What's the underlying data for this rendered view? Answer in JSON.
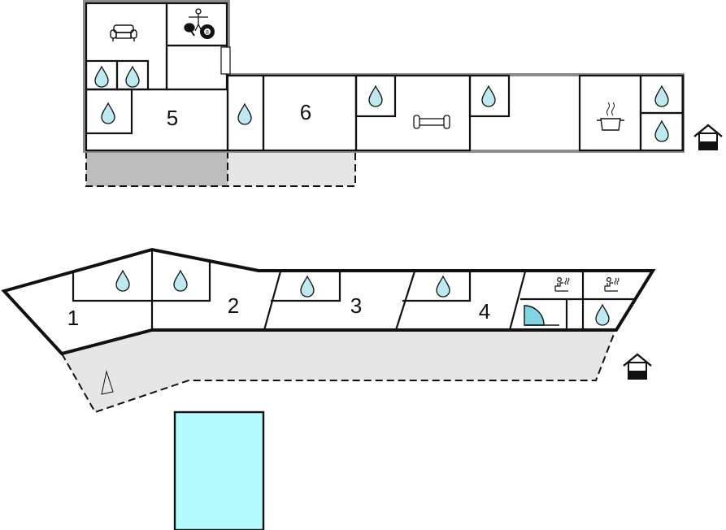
{
  "floors": [
    {
      "name": "upper-floor",
      "rooms": [
        {
          "number": "5"
        },
        {
          "number": "6"
        }
      ],
      "icons": [
        "sofa-icon",
        "table-tennis-icon",
        "billiard-ball-icon",
        "bathroom-icon",
        "fitness-dumbbell-icon",
        "kitchen-pot-icon",
        "entrance-house-icon"
      ]
    },
    {
      "name": "lower-floor",
      "rooms": [
        {
          "number": "1"
        },
        {
          "number": "2"
        },
        {
          "number": "3"
        },
        {
          "number": "4"
        }
      ],
      "icons": [
        "bathroom-icon",
        "sauna-icon",
        "shower-corner-icon",
        "entrance-house-icon"
      ]
    }
  ],
  "outdoor": {
    "pool": {
      "label": ""
    }
  },
  "colors": {
    "water": "#bfe9f0",
    "pool": "#b4fbff",
    "terrace": "#e6e6e6",
    "covered_terrace": "#bdbdbd",
    "outer_wall": "#8c8c8c",
    "wall": "#111111"
  }
}
